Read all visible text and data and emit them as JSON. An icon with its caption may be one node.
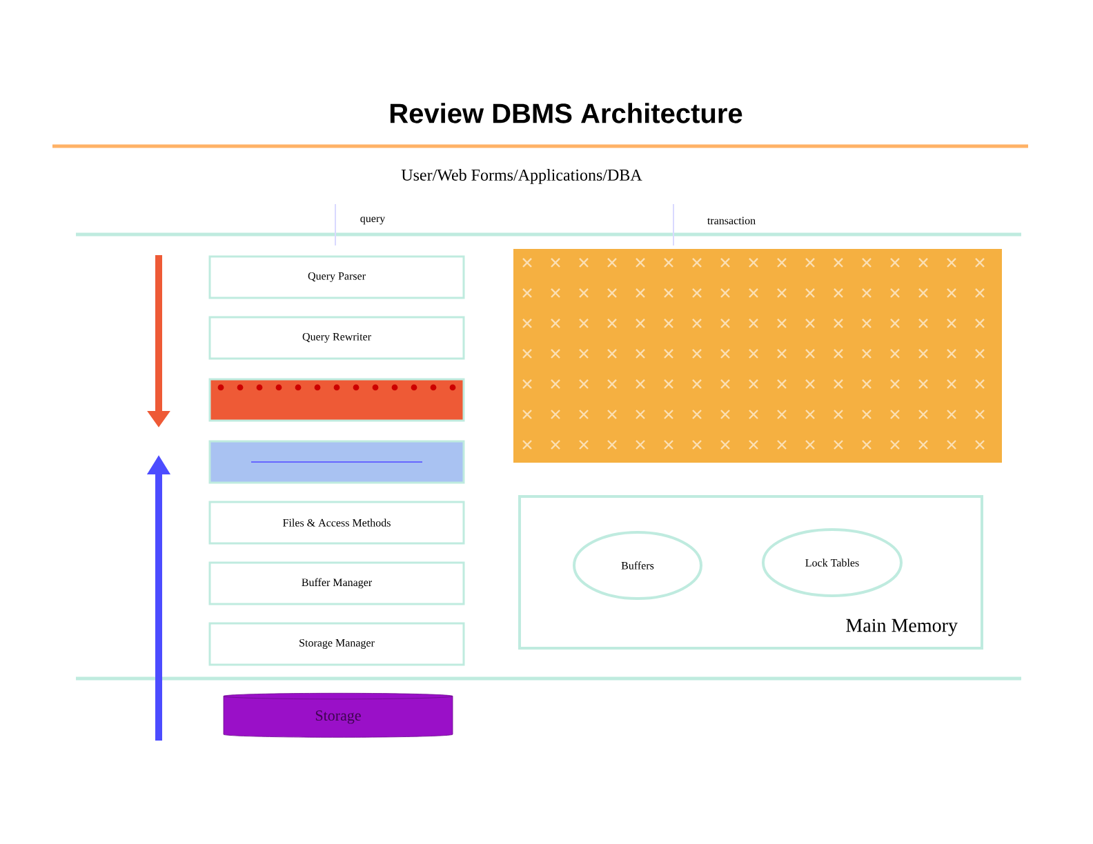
{
  "diagram": {
    "title": "Review DBMS Architecture",
    "nodes": [
      {
        "text": [
          "Query Parser"
        ]
      },
      {
        "text": [
          "Query Rewriter"
        ]
      },
      {
        "text": [],
        "shape": "bar"
      },
      {
        "text": [],
        "shape": "box"
      },
      {
        "text": [
          "Files & Access Methods"
        ]
      },
      {
        "text": [
          "Buffer Manager"
        ]
      },
      {
        "text": [
          "Storage Manager"
        ]
      },
      {
        "text": [
          "Storage"
        ]
      },
      {
        "text": [],
        "shape": "box"
      },
      {
        "text": [
          "Main Memory"
        ]
      },
      {
        "text": [
          "Buffers"
        ],
        "in": 9
      },
      {
        "text": [
          "Lock Tables"
        ],
        "in": 9
      }
    ],
    "edges": [],
    "labels": [
      "User/Web Forms/Applications/DBA",
      "query",
      "transaction"
    ]
  }
}
